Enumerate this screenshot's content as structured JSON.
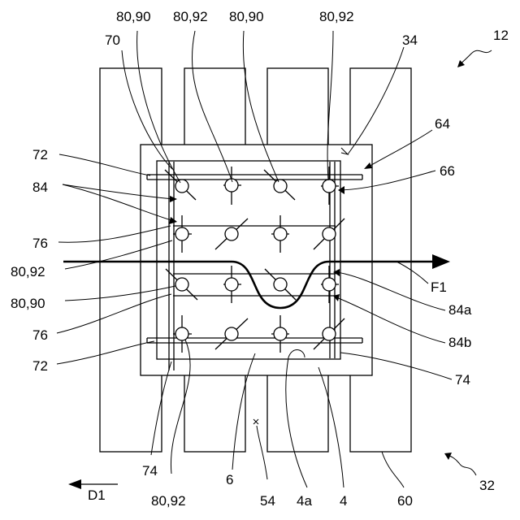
{
  "labels": {
    "top_80_90_a": "80,90",
    "top_80_92_a": "80,92",
    "top_80_90_b": "80,90",
    "top_80_92_b": "80,92",
    "l70": "70",
    "l34": "34",
    "l12": "12",
    "l64": "64",
    "l66": "66",
    "l72_top": "72",
    "l84": "84",
    "l76_top": "76",
    "l80_92_left": "80,92",
    "l80_90_left": "80,90",
    "l76_bottom": "76",
    "l72_bottom": "72",
    "lF1": "F1",
    "l84a": "84a",
    "l84b": "84b",
    "l74_right": "74",
    "l74_bottom": "74",
    "l80_92_bottom": "80,92",
    "l6": "6",
    "l54": "54",
    "l4a": "4a",
    "l4": "4",
    "l60": "60",
    "l32": "32",
    "lD1": "D1"
  }
}
